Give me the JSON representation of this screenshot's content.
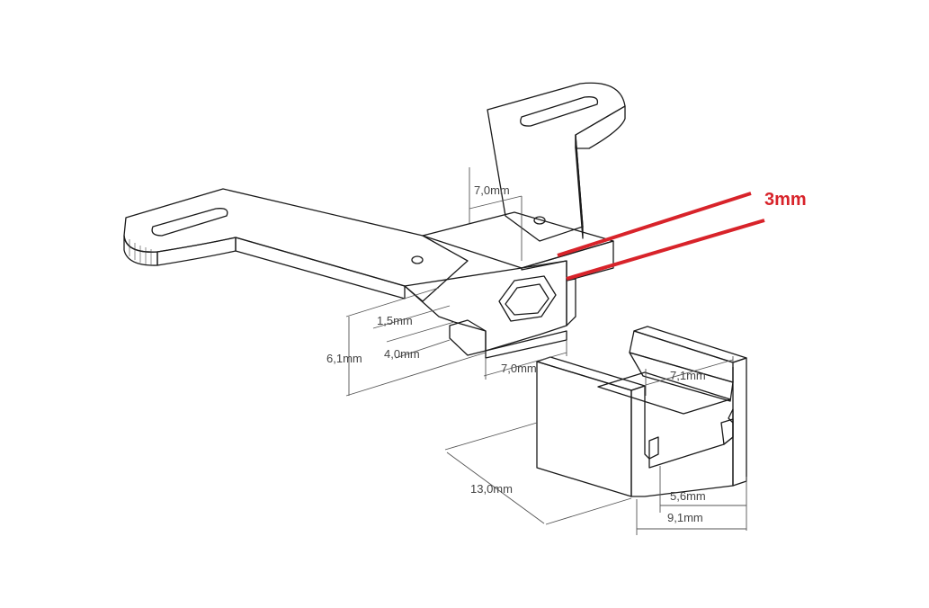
{
  "colors": {
    "face_light": "#cfcfcf",
    "face_mid": "#b9b9b9",
    "face_dark": "#9c9c9c",
    "face_top": "#c8c8c8",
    "edge": "#1a1a1a",
    "dimension": "#555555",
    "callout": "#d8232a"
  },
  "dimensions": {
    "top_block_width": "7,0mm",
    "flange_thickness": "1,5mm",
    "slot_depth": "4,0mm",
    "total_height": "6,1mm",
    "bottom_width": "7,0mm",
    "rail_inner_top": "7,1mm",
    "rail_length": "13,0mm",
    "rail_inner_width": "5,6mm",
    "rail_outer_width": "9,1mm"
  },
  "callout": {
    "label": "3mm"
  },
  "icons": {
    "mount_bracket": "bracket-part-icon",
    "rail_channel": "rail-channel-icon",
    "hex_hole": "hex-hole-icon"
  }
}
